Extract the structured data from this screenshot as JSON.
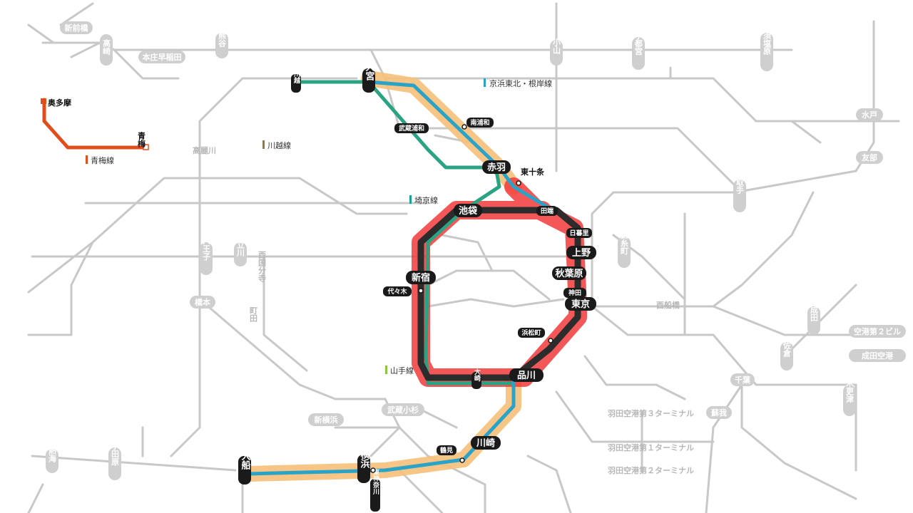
{
  "legend": {
    "keihin": {
      "label": "京浜東北・根岸線",
      "color": "#2aa3c8"
    },
    "kawagoe": {
      "label": "川越線",
      "color": "#8b7a5a"
    },
    "saikyo": {
      "label": "埼京線",
      "color": "#19a394"
    },
    "yamanote": {
      "label": "山手線",
      "color": "#8cc63f"
    },
    "ome": {
      "label": "青梅線",
      "color": "#e04e1c"
    }
  },
  "stations_major": {
    "omiya": "大宮",
    "akabane": "赤羽",
    "ikebukuro": "池袋",
    "ueno": "上野",
    "akihabara": "秋葉原",
    "tokyo": "東京",
    "shinjuku": "新宿",
    "shinagawa": "品川",
    "kawasaki": "川崎",
    "yokohama": "横浜",
    "ofuna": "大船"
  },
  "stations_minor": {
    "kawagoe": "川越",
    "minami_urawa": "南浦和",
    "musashi_urawa": "武蔵浦和",
    "higashi_jujo": "東十条",
    "tabata": "田端",
    "nippori": "日暮里",
    "kanda": "神田",
    "yoyogi": "代々木",
    "hamamatsucho": "浜松町",
    "osaki": "大崎",
    "tsurumi": "鶴見",
    "higashi_kanagawa": "東神奈川",
    "okutama": "奥多摩",
    "ome": "青梅"
  },
  "background_labels": {
    "shin_maebashi": "新前橋",
    "takasaki": "高崎",
    "honjo_waseda": "本庄早稲田",
    "kumagaya": "熊谷",
    "oyama": "小山",
    "utsunomiya": "宇都宮",
    "nasushiobara": "那須塩原",
    "mito": "水戸",
    "tomobe": "友部",
    "komagawa": "高麗川",
    "hachioji": "八王子",
    "tachikawa": "立川",
    "nishi_kokubunji": "西国分寺",
    "hashimoto": "橋本",
    "machida": "町田",
    "toride": "取手",
    "kinshicho": "錦糸町",
    "nishi_funabashi": "西船橋",
    "narita": "成田",
    "sakura": "佐倉",
    "airport_t2": "空港第２ビル",
    "narita_airport": "成田空港",
    "chiba": "千葉",
    "soga": "蘇我",
    "kisarazu": "木更津",
    "musashi_kosugi": "武蔵小杉",
    "shin_yokohama": "新横浜",
    "atami": "熱海",
    "odawara": "小田原",
    "haneda_t3": "羽田空港第３ターミナル",
    "haneda_t1": "羽田空港第１ターミナル",
    "haneda_t2": "羽田空港第２ターミナル"
  }
}
